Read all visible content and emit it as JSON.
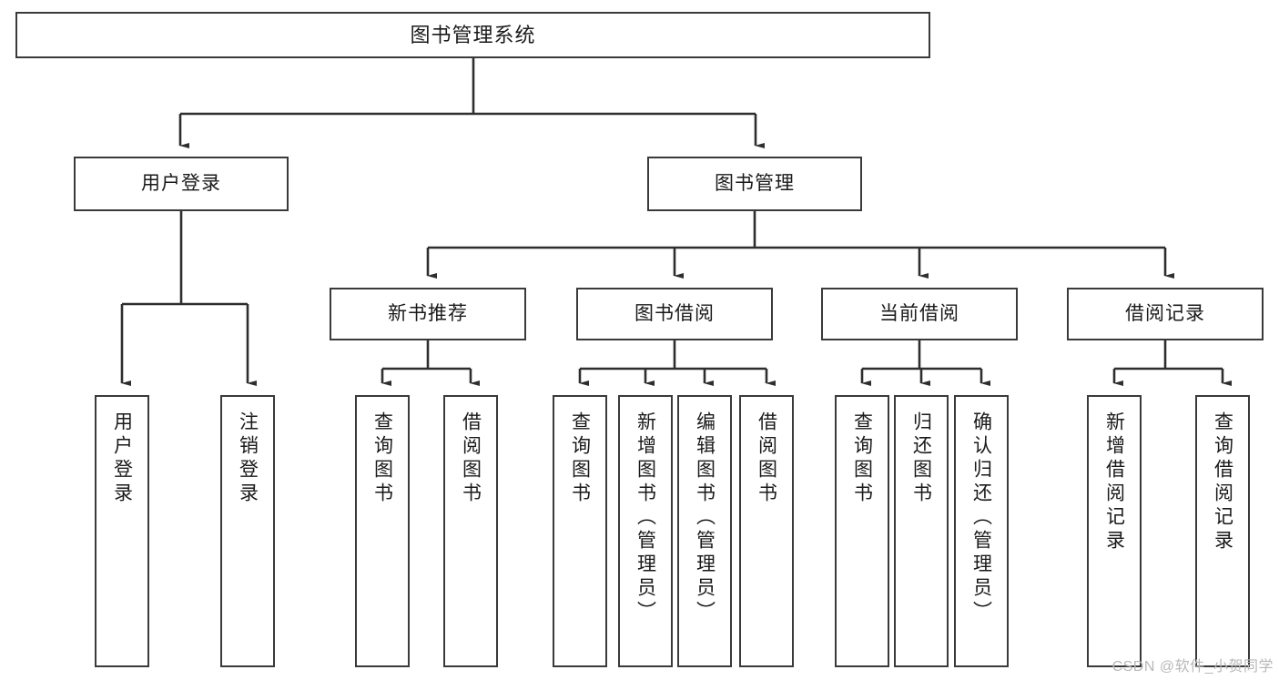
{
  "diagram": {
    "title": "图书管理系统",
    "watermark": "CSDN @软件_小贺同学",
    "stroke_color": "#3a3a3a",
    "background_color": "#ffffff",
    "nodes": {
      "root": {
        "label": "图书管理系统"
      },
      "level2": [
        {
          "label": "用户登录"
        },
        {
          "label": "图书管理"
        }
      ],
      "level3": [
        {
          "label": "新书推荐"
        },
        {
          "label": "图书借阅"
        },
        {
          "label": "当前借阅"
        },
        {
          "label": "借阅记录"
        }
      ],
      "user_login_children": [
        {
          "label": "用户登录"
        },
        {
          "label": "注销登录"
        }
      ],
      "new_book_children": [
        {
          "label": "查询图书"
        },
        {
          "label": "借阅图书"
        }
      ],
      "borrow_children": [
        {
          "label": "查询图书"
        },
        {
          "label": "新增图书（管理员）"
        },
        {
          "label": "编辑图书（管理员）"
        },
        {
          "label": "借阅图书"
        }
      ],
      "current_children": [
        {
          "label": "查询图书"
        },
        {
          "label": "归还图书"
        },
        {
          "label": "确认归还（管理员）"
        }
      ],
      "record_children": [
        {
          "label": "新增借阅记录"
        },
        {
          "label": "查询借阅记录"
        }
      ]
    }
  }
}
